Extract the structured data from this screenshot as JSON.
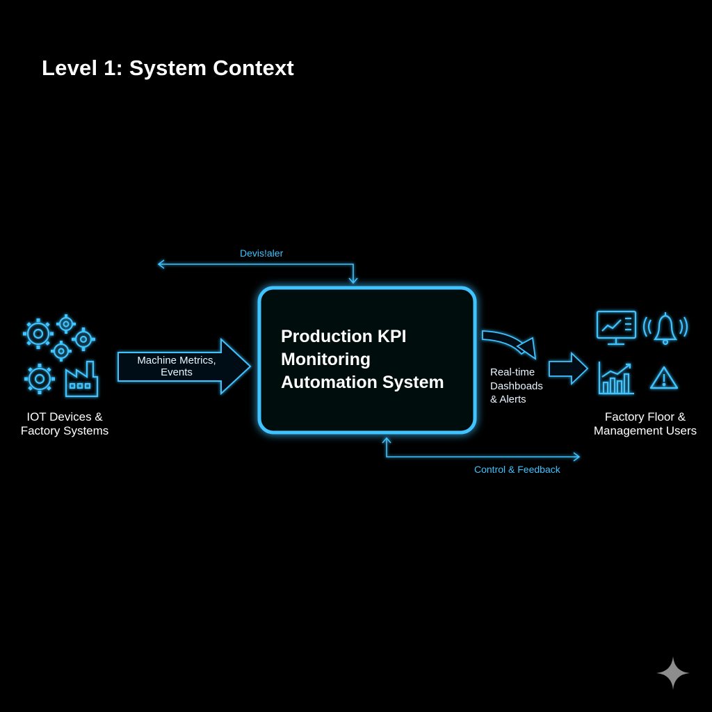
{
  "diagram": {
    "title": "Level 1: System Context",
    "system": {
      "line1": "Production KPI",
      "line2": "Monitoring",
      "line3": "Automation System"
    },
    "left_entity": {
      "line1": "IOT Devices &",
      "line2": "Factory Systems"
    },
    "right_entity": {
      "line1": "Factory Floor &",
      "line2": "Management Users"
    },
    "flows": {
      "input_line1": "Machine Metrics,",
      "input_line2": "Events",
      "top_label": "Devis!aler",
      "output_line1": "Real-time",
      "output_line2": "Dashboads",
      "output_line3": "& Alerts",
      "bottom_label": "Control & Feedback"
    }
  },
  "colors": {
    "accent_cyan": "#3fc3ff",
    "background": "#000000",
    "text": "#ffffff"
  },
  "icons": [
    "gears-icon",
    "factory-icon",
    "monitor-chart-icon",
    "bell-icon",
    "bar-chart-icon",
    "warning-icon",
    "sparkle-icon"
  ]
}
